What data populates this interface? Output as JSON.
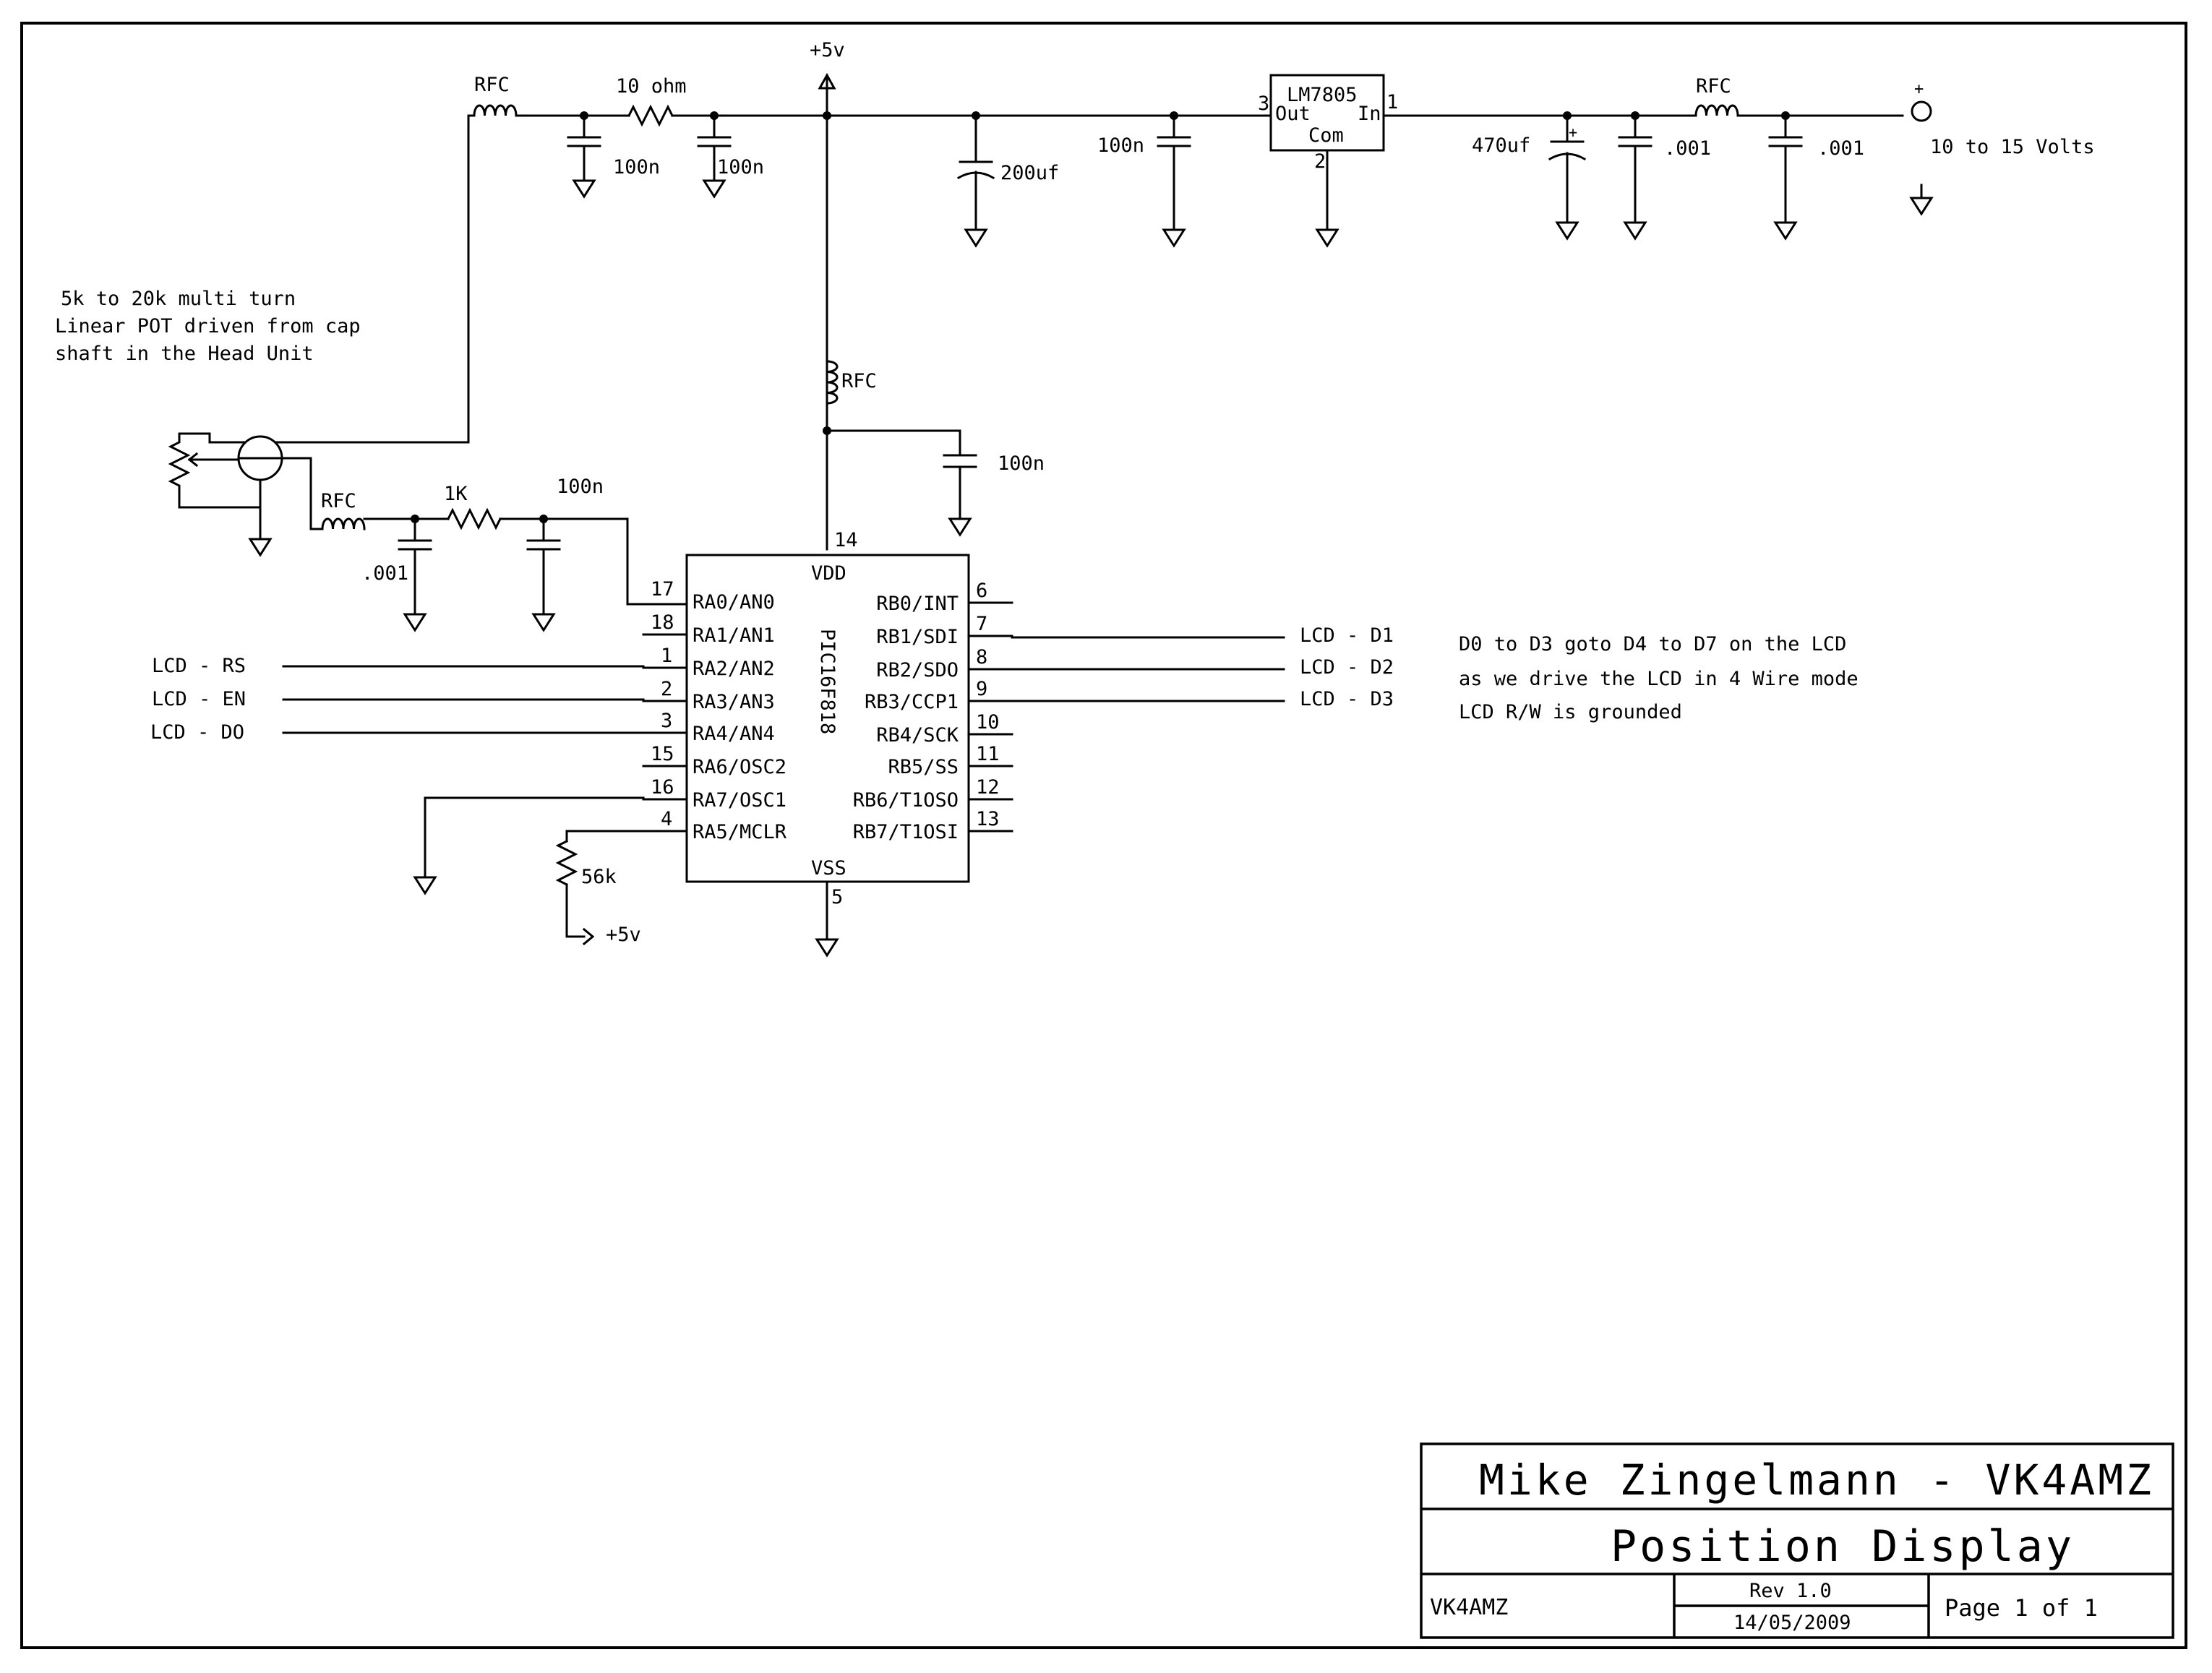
{
  "labels": {
    "rfc_top_left": "RFC",
    "r_10ohm": "10 ohm",
    "c1": "100n",
    "c2": "100n",
    "vcc": "+5v",
    "c_200uf": "200uf",
    "c_100n_reg": "100n",
    "reg_name": "LM7805",
    "reg_out": "Out",
    "reg_in": "In",
    "reg_com": "Com",
    "reg_pin3": "3",
    "reg_pin1": "1",
    "reg_pin2": "2",
    "c_470uf": "470uf",
    "c_470uf_plus": "+",
    "c_001_a": ".001",
    "rfc_top_right": "RFC",
    "c_001_b": ".001",
    "supply_plus": "+",
    "supply_label": "10 to 15 Volts",
    "pot_note_1": "5k to 20k multi turn",
    "pot_note_2": "Linear POT driven from cap",
    "pot_note_3": "shaft in the Head Unit",
    "rfc_mid": "RFC",
    "c_100n_mid": "100n",
    "rfc_pot": "RFC",
    "r_1k": "1K",
    "c_100n_pot": "100n",
    "c_001_pot": ".001",
    "ic_vdd": "VDD",
    "ic_vss": "VSS",
    "ic_name": "PIC16F818",
    "ic_pin14": "14",
    "ic_pin5": "5",
    "lcd_rs": "LCD - RS",
    "lcd_en": "LCD - EN",
    "lcd_d0": "LCD - DO",
    "lcd_d1": "LCD - D1",
    "lcd_d2": "LCD - D2",
    "lcd_d3": "LCD - D3",
    "r_56k": "56k",
    "mclr_vcc": "+5v",
    "note_1": "D0 to D3 goto D4 to D7 on the LCD",
    "note_2": "as we drive the LCD in 4 Wire mode",
    "note_3": "LCD R/W is grounded"
  },
  "ic_left_pins": [
    {
      "num": "17",
      "name": "RA0/AN0"
    },
    {
      "num": "18",
      "name": "RA1/AN1"
    },
    {
      "num": "1",
      "name": "RA2/AN2"
    },
    {
      "num": "2",
      "name": "RA3/AN3"
    },
    {
      "num": "3",
      "name": "RA4/AN4"
    },
    {
      "num": "15",
      "name": "RA6/OSC2"
    },
    {
      "num": "16",
      "name": "RA7/OSC1"
    },
    {
      "num": "4",
      "name": "RA5/MCLR"
    }
  ],
  "ic_right_pins": [
    {
      "num": "6",
      "name": "RB0/INT"
    },
    {
      "num": "7",
      "name": "RB1/SDI"
    },
    {
      "num": "8",
      "name": "RB2/SDO"
    },
    {
      "num": "9",
      "name": "RB3/CCP1"
    },
    {
      "num": "10",
      "name": "RB4/SCK"
    },
    {
      "num": "11",
      "name": "RB5/SS"
    },
    {
      "num": "12",
      "name": "RB6/T1OSO"
    },
    {
      "num": "13",
      "name": "RB7/T1OSI"
    }
  ],
  "title_block": {
    "author": "Mike Zingelmann - VK4AMZ",
    "title": "Position Display",
    "callsign": "VK4AMZ",
    "revision": "Rev 1.0",
    "date": "14/05/2009",
    "page": "Page 1 of 1"
  }
}
